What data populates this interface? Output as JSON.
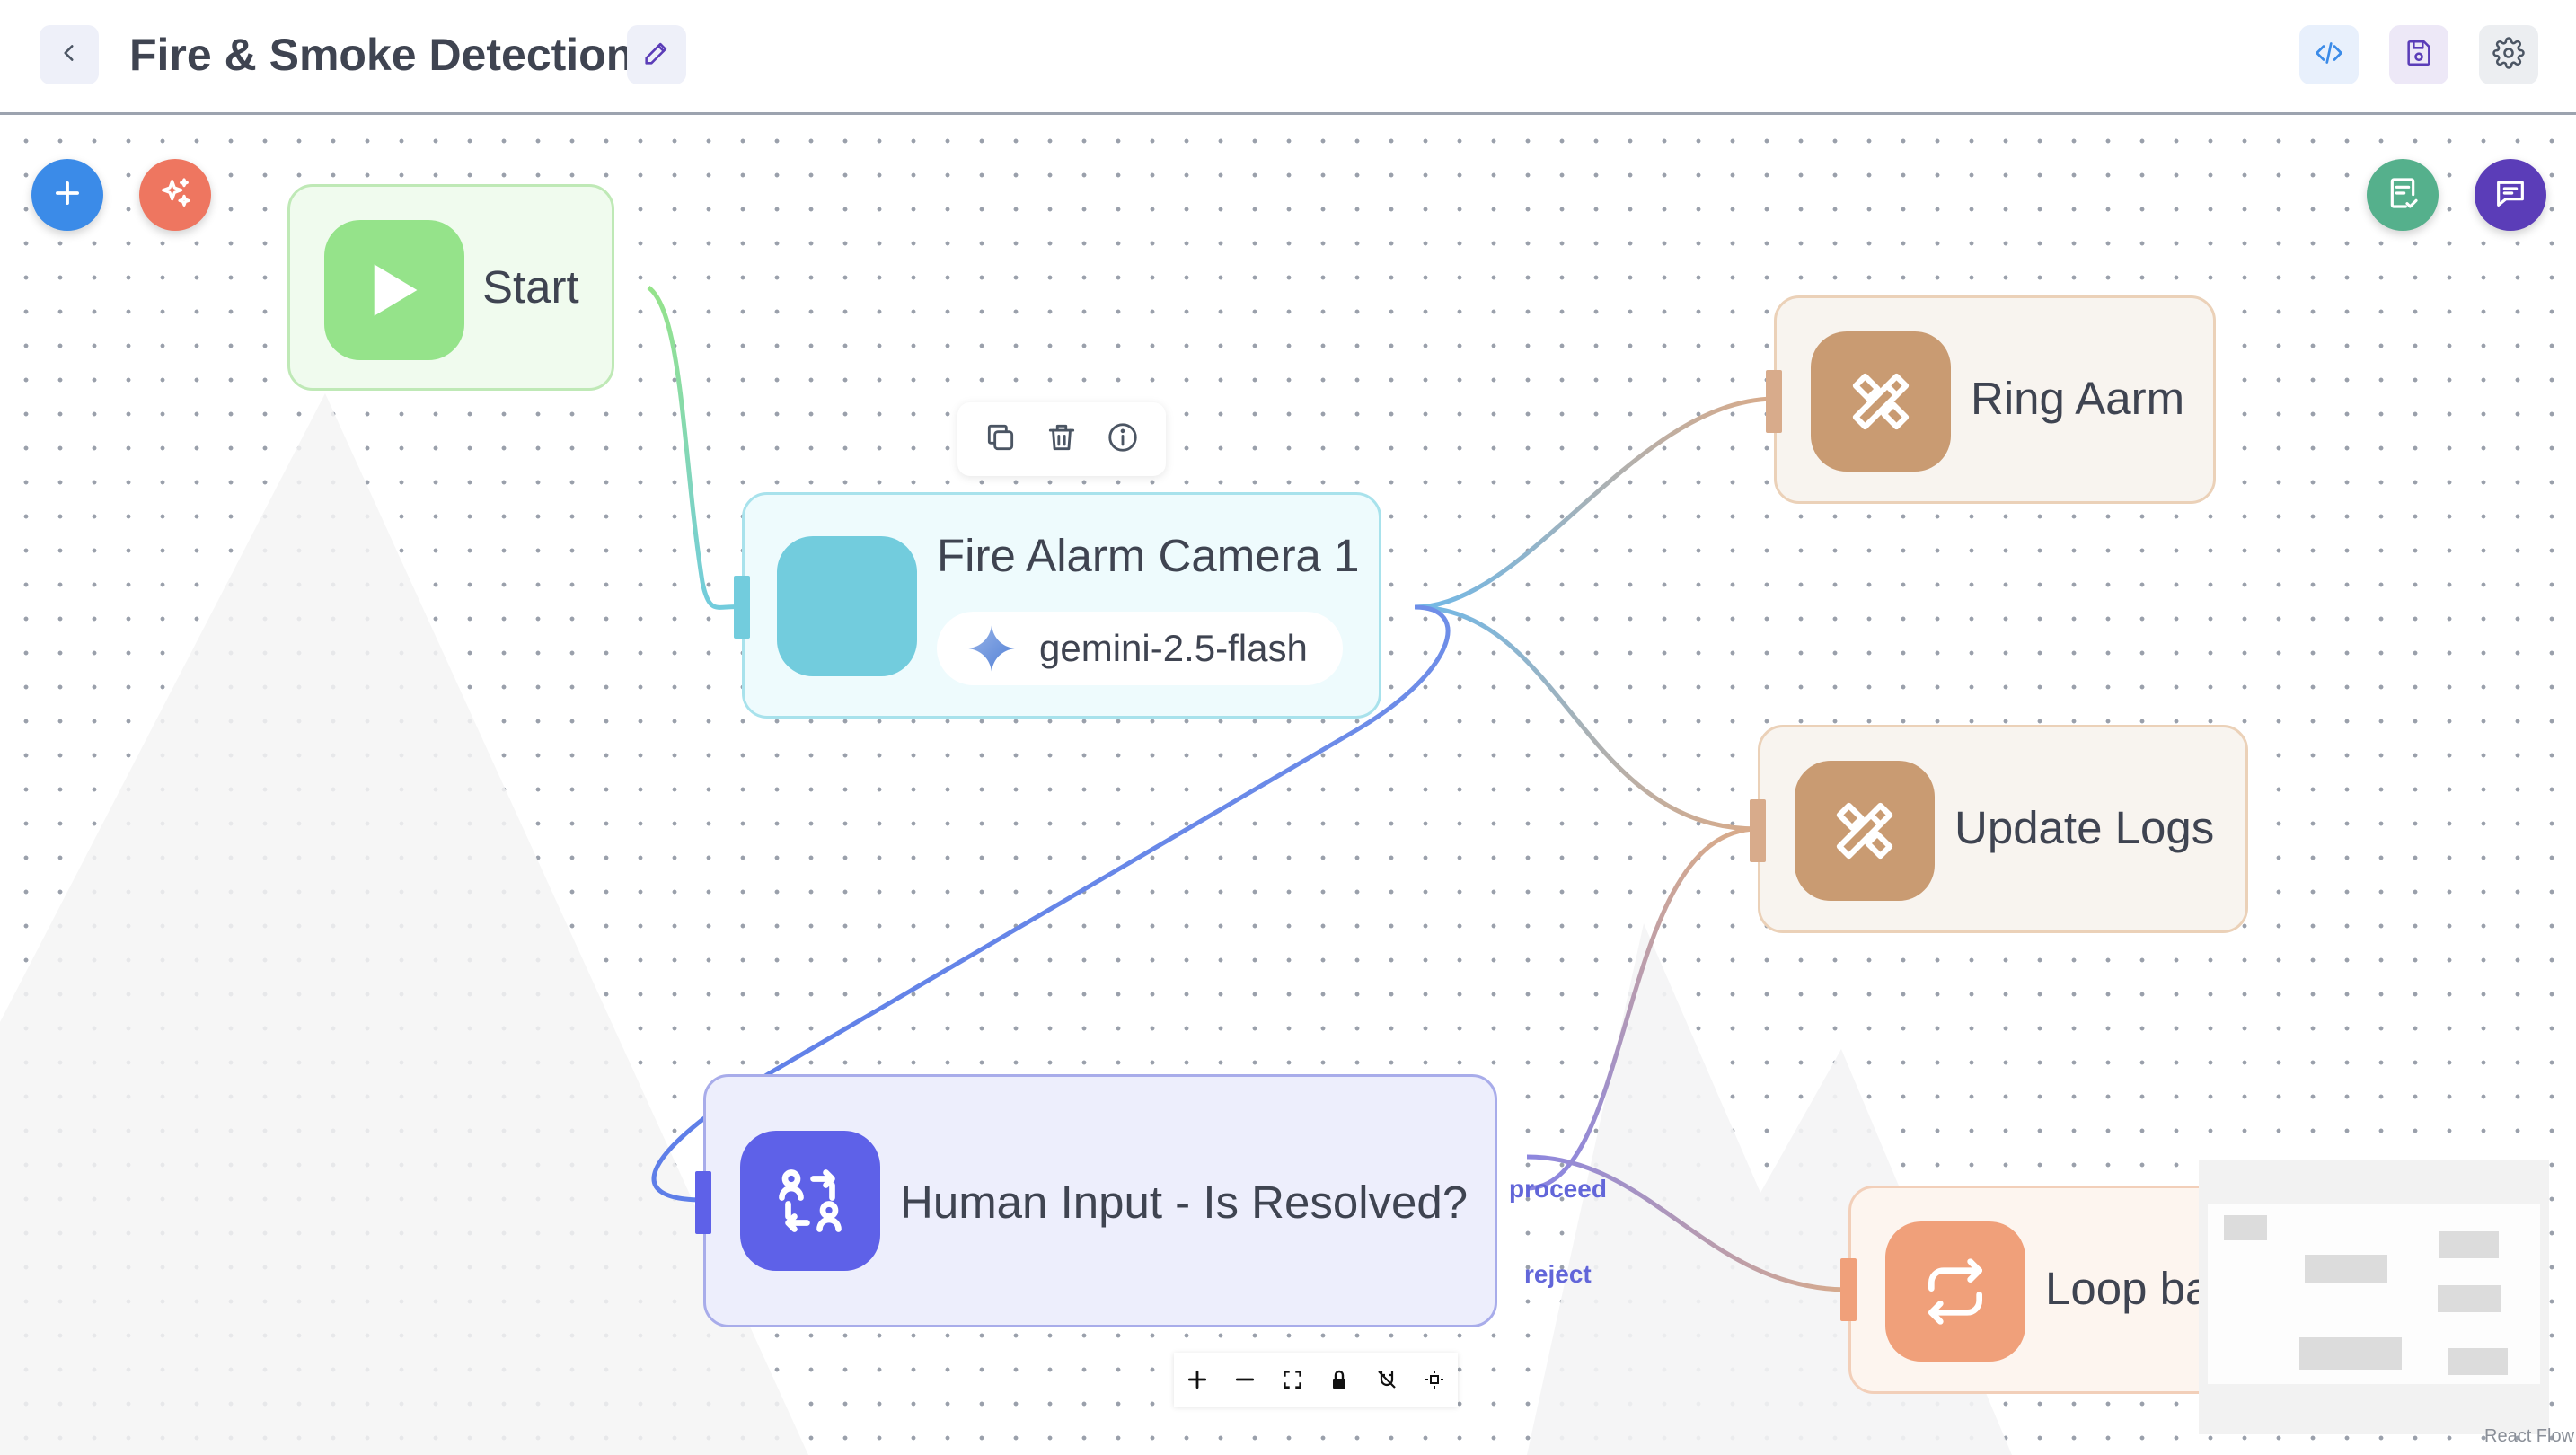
{
  "header": {
    "title": "Fire & Smoke Detection"
  },
  "nodes": {
    "start": {
      "label": "Start"
    },
    "camera": {
      "label": "Fire Alarm Camera 1",
      "model": "gemini-2.5-flash"
    },
    "ring": {
      "label": "Ring Aarm"
    },
    "logs": {
      "label": "Update Logs"
    },
    "human": {
      "label": "Human Input - Is Resolved?",
      "branch_proceed": "proceed",
      "branch_reject": "reject"
    },
    "loop": {
      "label": "Loop back"
    }
  },
  "attribution": "React Flow",
  "colors": {
    "add_fab": "#3b8be8",
    "ai_fab": "#ee7660",
    "doc_fab": "#55b08c",
    "chat_fab": "#5b3db8",
    "start_icon": "#95e38a",
    "camera_icon": "#72ccdd",
    "tool_icon": "#c99b72",
    "human_icon": "#5e61e8",
    "loop_icon": "#f0a07a"
  },
  "icons": {
    "back": "chevron-left-icon",
    "edit": "pencil-icon",
    "code": "code-icon",
    "save": "save-icon",
    "settings": "gear-icon",
    "add": "plus-icon",
    "ai": "sparkles-icon",
    "doc": "document-check-icon",
    "chat": "chat-icon",
    "copy": "copy-icon",
    "delete": "trash-icon",
    "info": "info-icon",
    "tool": "pencil-ruler-icon",
    "human": "users-swap-icon",
    "loop": "repeat-icon"
  }
}
